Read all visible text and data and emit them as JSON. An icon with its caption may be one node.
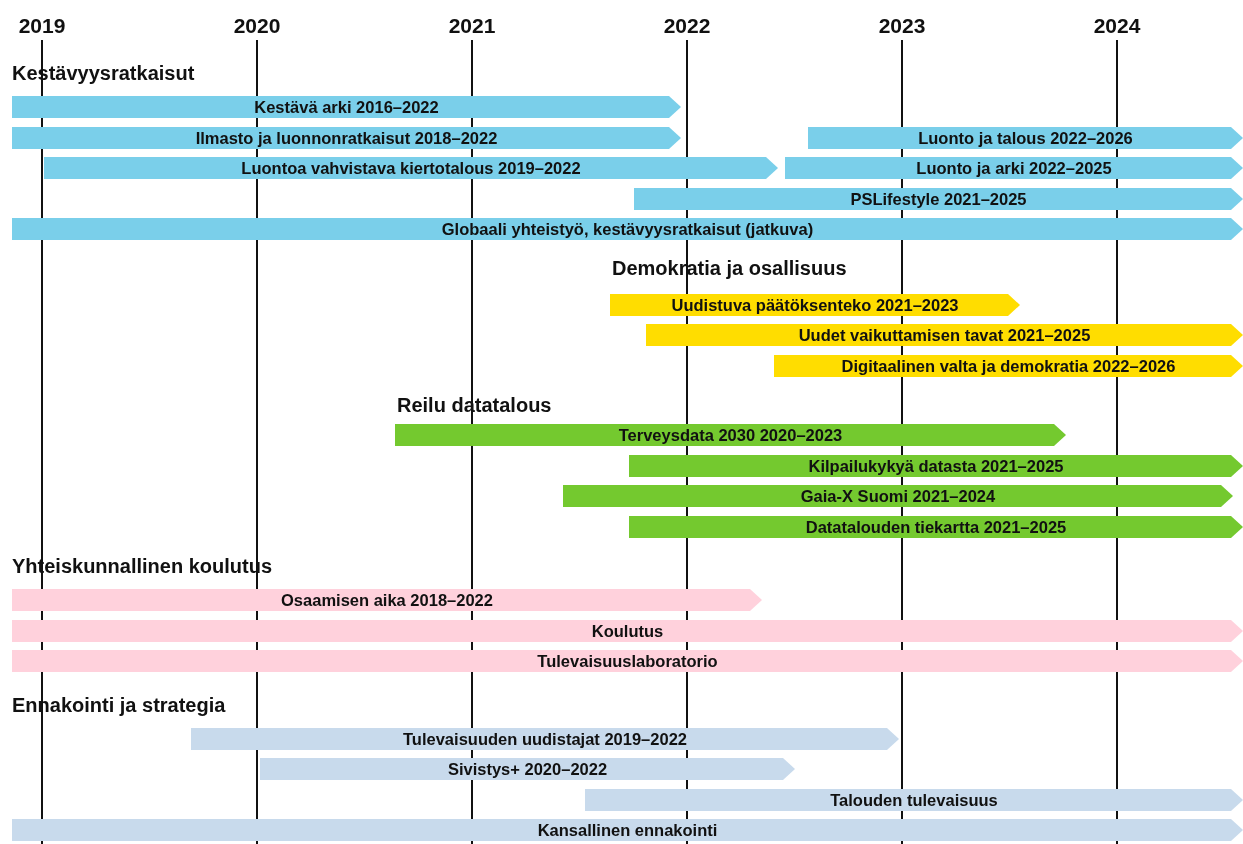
{
  "diagram": {
    "nodes": [
      {
        "text": [
          "Kestävä arki 2016–2022"
        ]
      },
      {
        "text": [
          "Ilmasto ja luonnonratkaisut  2018–2022"
        ]
      },
      {
        "text": [
          "Luonto ja talous 2022–2026"
        ]
      },
      {
        "text": [
          "Luontoa vahvistava kiertotalous 2019–2022"
        ]
      },
      {
        "text": [
          "Luonto ja arki 2022–2025"
        ]
      },
      {
        "text": [
          "PSLifestyle 2021–2025"
        ]
      },
      {
        "text": [
          "Globaali yhteistyö, kestävyysratkaisut (jatkuva)"
        ]
      },
      {
        "text": [
          "Uudistuva päätöksenteko 2021–2023"
        ]
      },
      {
        "text": [
          "Uudet vaikuttamisen tavat 2021–2025"
        ]
      },
      {
        "text": [
          "Digitaalinen valta ja demokratia 2022–2026"
        ]
      },
      {
        "text": [
          "Terveysdata 2030 2020–2023"
        ]
      },
      {
        "text": [
          "Kilpailukykyä datasta 2021–2025"
        ]
      },
      {
        "text": [
          "Gaia-X Suomi 2021–2024"
        ]
      },
      {
        "text": [
          "Datatalouden tiekartta 2021–2025"
        ]
      },
      {
        "text": [
          "Osaamisen aika 2018–2022"
        ]
      },
      {
        "text": [
          "Koulutus"
        ]
      },
      {
        "text": [
          "Tulevaisuuslaboratorio"
        ]
      },
      {
        "text": [
          "Tulevaisuuden uudistajat 2019–2022"
        ]
      },
      {
        "text": [
          "Sivistys+ 2020–2022"
        ]
      },
      {
        "text": [
          "Talouden tulevaisuus"
        ]
      },
      {
        "text": [
          "Kansallinen ennakointi"
        ]
      }
    ],
    "labels": [
      "2019",
      "2020",
      "2021",
      "2022",
      "2023",
      "2024",
      "Kestävyysratkaisut",
      "Demokratia ja osallisuus",
      "Reilu datatalous",
      "Yhteiskunnallinen koulutus",
      "Ennakointi ja strategia"
    ]
  }
}
